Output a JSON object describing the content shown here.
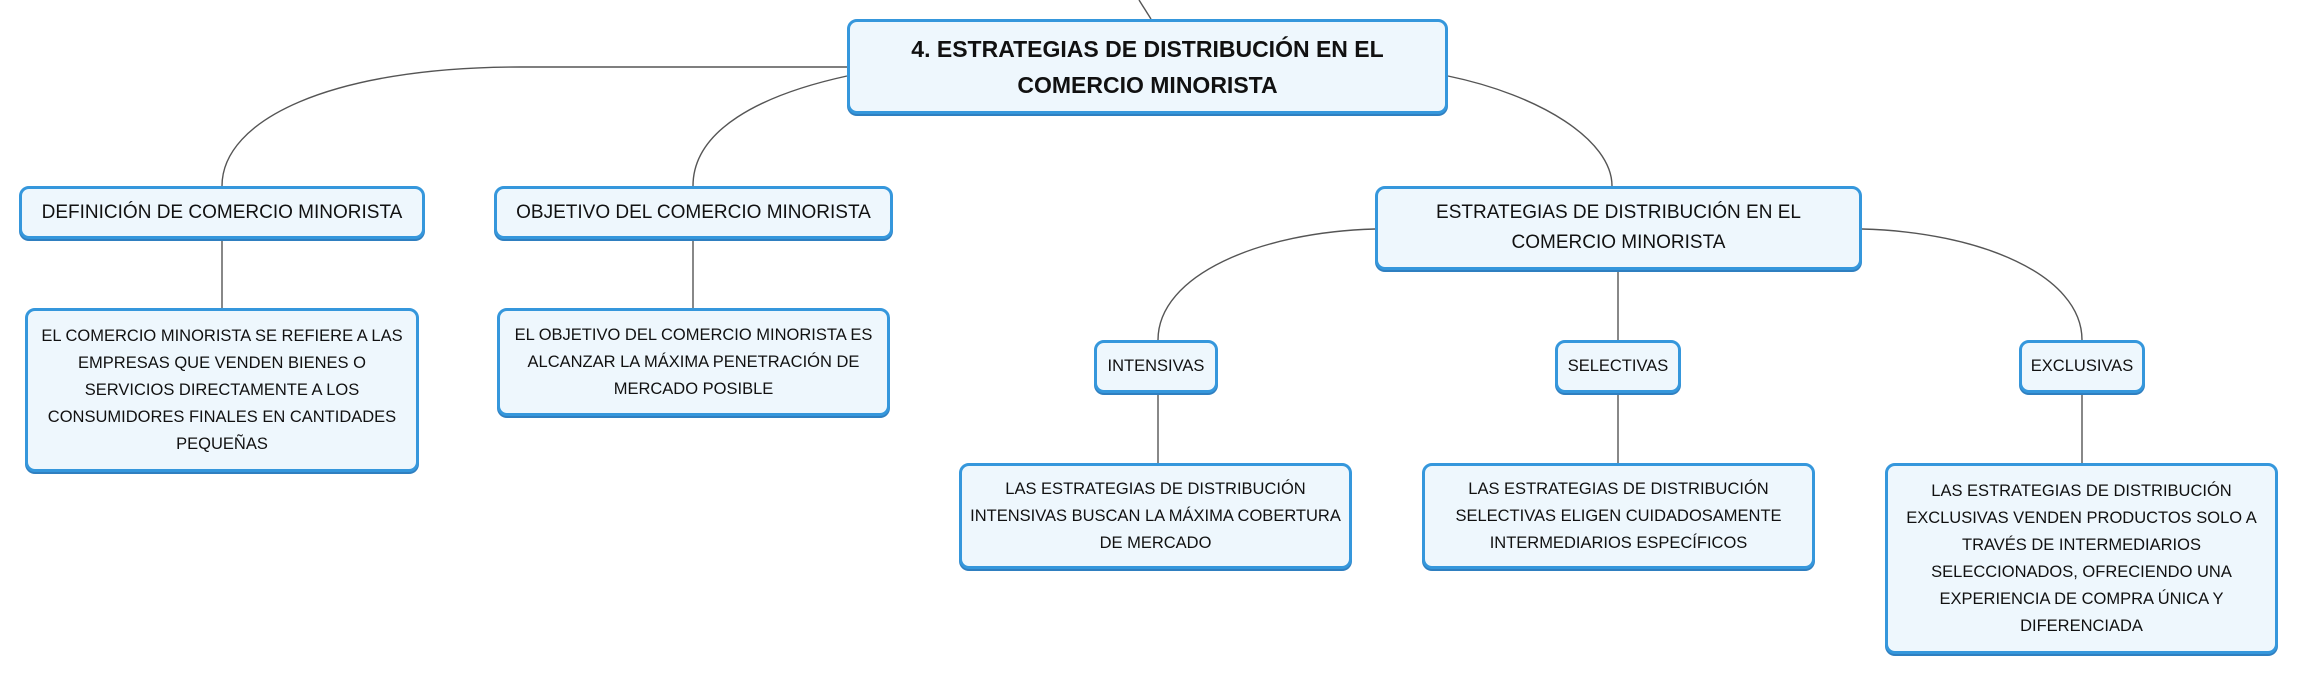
{
  "root": {
    "label": "4. ESTRATEGIAS DE DISTRIBUCIÓN EN EL COMERCIO MINORISTA"
  },
  "definicion": {
    "label": "DEFINICIÓN DE COMERCIO MINORISTA",
    "detail": "EL COMERCIO MINORISTA SE REFIERE A LAS EMPRESAS QUE VENDEN BIENES O SERVICIOS DIRECTAMENTE A LOS CONSUMIDORES FINALES EN CANTIDADES PEQUEÑAS"
  },
  "objetivo": {
    "label": "OBJETIVO DEL COMERCIO MINORISTA",
    "detail": "EL OBJETIVO DEL COMERCIO MINORISTA ES ALCANZAR LA MÁXIMA PENETRACIÓN DE MERCADO POSIBLE"
  },
  "estrategias": {
    "label": "ESTRATEGIAS DE DISTRIBUCIÓN EN EL COMERCIO MINORISTA",
    "intensivas": {
      "label": "INTENSIVAS",
      "detail": "LAS ESTRATEGIAS DE DISTRIBUCIÓN INTENSIVAS BUSCAN LA MÁXIMA COBERTURA DE MERCADO"
    },
    "selectivas": {
      "label": "SELECTIVAS",
      "detail": "LAS ESTRATEGIAS DE DISTRIBUCIÓN SELECTIVAS ELIGEN CUIDADOSAMENTE INTERMEDIARIOS ESPECÍFICOS"
    },
    "exclusivas": {
      "label": "EXCLUSIVAS",
      "detail": "LAS ESTRATEGIAS DE DISTRIBUCIÓN EXCLUSIVAS VENDEN PRODUCTOS SOLO A TRAVÉS DE INTERMEDIARIOS SELECCIONADOS, OFRECIENDO UNA EXPERIENCIA DE COMPRA ÚNICA Y DIFERENCIADA"
    }
  },
  "colors": {
    "node_fill": "#eef7fd",
    "node_border": "#3597dc",
    "connector": "#555555"
  }
}
